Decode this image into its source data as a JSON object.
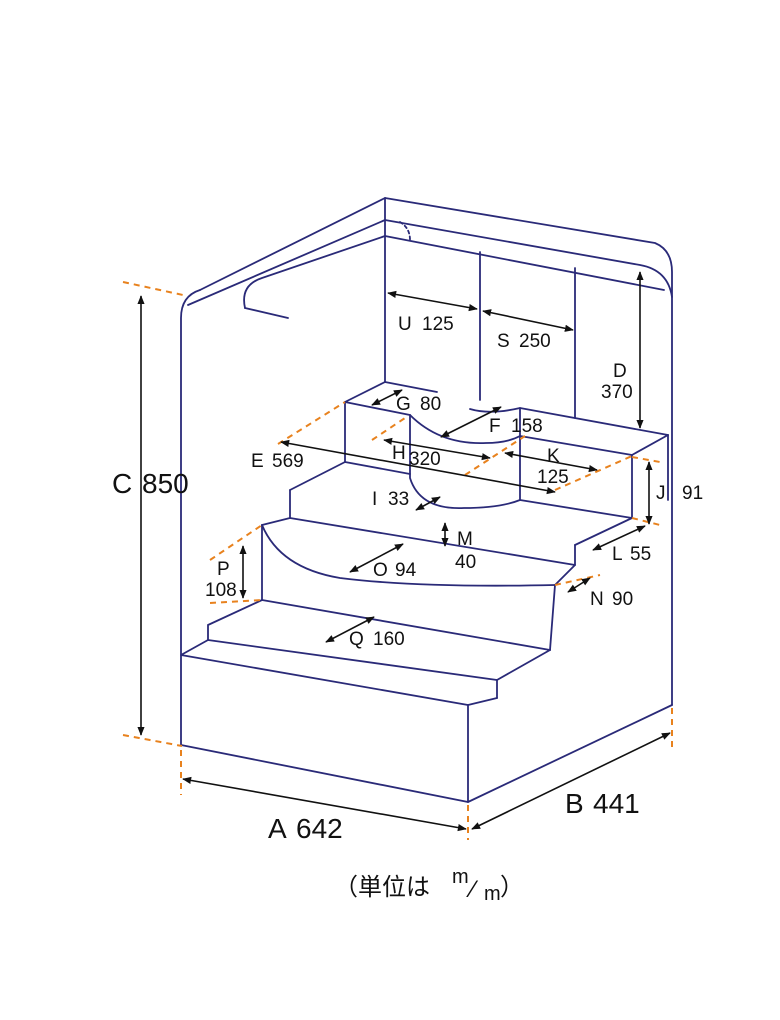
{
  "dimensions": {
    "A": {
      "letter": "A",
      "value": "642"
    },
    "B": {
      "letter": "B",
      "value": "441"
    },
    "C": {
      "letter": "C",
      "value": "850"
    },
    "D": {
      "letter": "D",
      "value": "370"
    },
    "E": {
      "letter": "E",
      "value": "569"
    },
    "F": {
      "letter": "F",
      "value": "158"
    },
    "G": {
      "letter": "G",
      "value": "80"
    },
    "H": {
      "letter": "H",
      "value": "320"
    },
    "I": {
      "letter": "I",
      "value": "33"
    },
    "J": {
      "letter": "J",
      "value": "91"
    },
    "K": {
      "letter": "K",
      "value": "125"
    },
    "L": {
      "letter": "L",
      "value": "55"
    },
    "M": {
      "letter": "M",
      "value": "40"
    },
    "N": {
      "letter": "N",
      "value": "90"
    },
    "O": {
      "letter": "O",
      "value": "94"
    },
    "P": {
      "letter": "P",
      "value": "108"
    },
    "Q": {
      "letter": "Q",
      "value": "160"
    },
    "S": {
      "letter": "S",
      "value": "250"
    },
    "U": {
      "letter": "U",
      "value": "125"
    }
  },
  "unit_note": {
    "prefix": "（単位は",
    "numerator": "m",
    "slash": "⁄",
    "denominator": "m",
    "suffix": "）"
  },
  "colors": {
    "outline": "#2a2a78",
    "extension_lines": "#e8821e",
    "dimension_lines": "#111111"
  }
}
